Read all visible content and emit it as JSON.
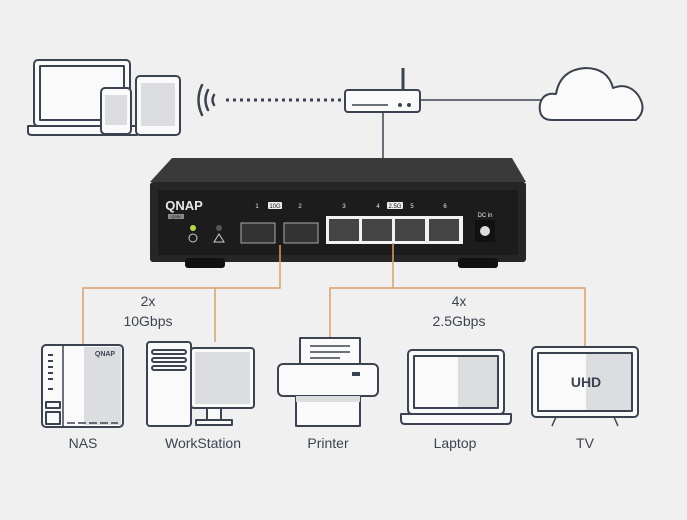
{
  "top_devices": [
    "laptop",
    "smartphone",
    "tablet",
    "wifi",
    "router",
    "cloud"
  ],
  "switch": {
    "brand": "QNAP",
    "series": "QSW",
    "sfp_ports": [
      "1",
      "2"
    ],
    "sfp_speed_badge": "10G",
    "rj45_ports": [
      "3",
      "4",
      "5",
      "6"
    ],
    "rj45_speed_badge": "2.5G",
    "dc_label": "DC in"
  },
  "groups": [
    {
      "count": "2x",
      "speed": "10Gbps"
    },
    {
      "count": "4x",
      "speed": "2.5Gbps"
    }
  ],
  "devices": [
    {
      "label": "NAS",
      "brand": "QNAP"
    },
    {
      "label": "WorkStation"
    },
    {
      "label": "Printer"
    },
    {
      "label": "Laptop"
    },
    {
      "label": "TV",
      "screen_text": "UHD"
    }
  ],
  "colors": {
    "background": "#f0f0f0",
    "link": "#d9a06a",
    "icon_stroke": "#3c4350",
    "switch_body": "#2a2a2a"
  }
}
